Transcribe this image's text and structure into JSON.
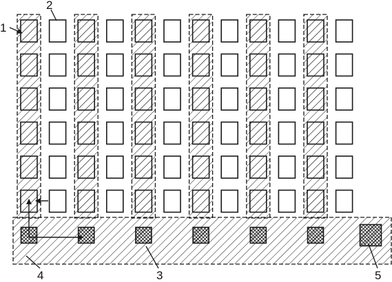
{
  "diagram": {
    "rows": 6,
    "columns": 12,
    "hatched_columns": [
      0,
      2,
      4,
      6,
      8,
      10
    ],
    "bottom_pads": 7,
    "colors": {
      "line": "#1a1a1a",
      "background": "#ffffff"
    },
    "labels": [
      {
        "id": "1",
        "text": "1"
      },
      {
        "id": "2",
        "text": "2"
      },
      {
        "id": "3",
        "text": "3"
      },
      {
        "id": "4",
        "text": "4"
      },
      {
        "id": "5",
        "text": "5"
      }
    ]
  }
}
